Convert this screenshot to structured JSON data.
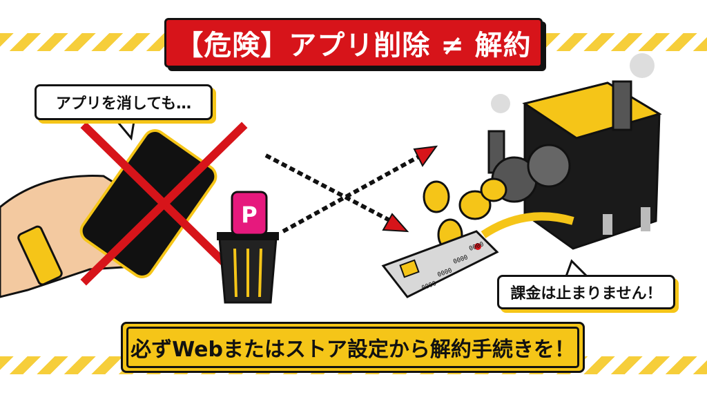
{
  "title": "【危険】アプリ削除 ≠ 解約",
  "bubble_left": "アプリを消しても…",
  "bubble_right": "課金は止まりません！",
  "bottom_banner": "必ずWebまたはストア設定から解約手続きを！",
  "app_icon_letter": "P",
  "card_number": [
    "0000",
    "0000",
    "0000",
    "0000"
  ],
  "colors": {
    "danger": "#d7141a",
    "hazard_yellow": "#f5c518",
    "outline": "#111111",
    "app_icon": "#e6197d"
  },
  "icons": [
    "phone-in-hand",
    "red-x-cross",
    "trash-can",
    "app-icon",
    "dashed-arrow",
    "coin",
    "subscription-machine",
    "credit-card"
  ]
}
